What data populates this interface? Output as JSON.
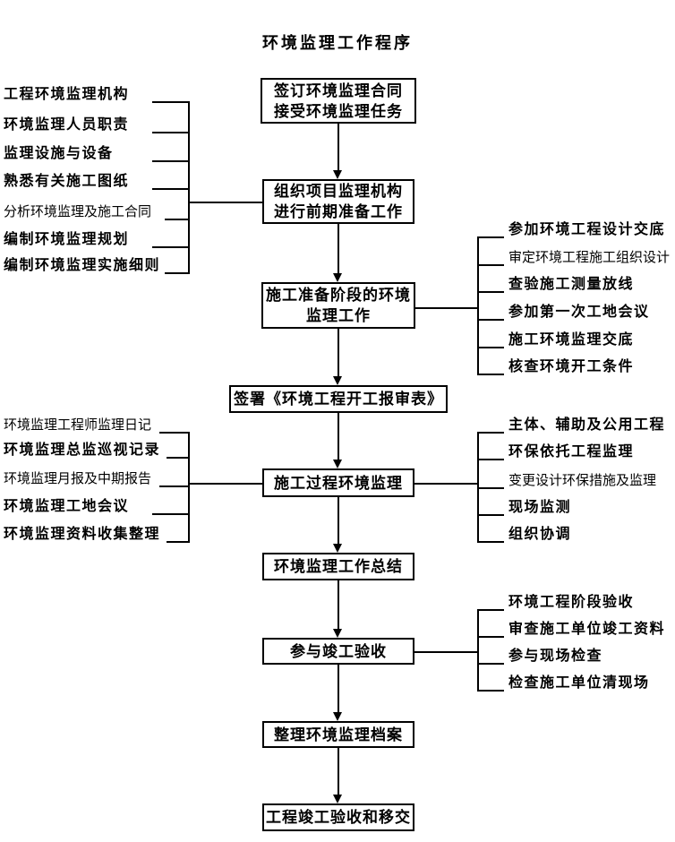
{
  "title": "环境监理工作程序",
  "boxes": [
    "签订环境监理合同\n接受环境监理任务",
    "组织项目监理机构\n进行前期准备工作",
    "施工准备阶段的环境\n监理工作",
    "签署《环境工程开工报审表》",
    "施工过程环境监理",
    "环境监理工作总结",
    "参与竣工验收",
    "整理环境监理档案",
    "工程竣工验收和移交"
  ],
  "left_group_1": [
    "工程环境监理机构",
    "环境监理人员职责",
    "监理设施与设备",
    "熟悉有关施工图纸",
    "分析环境监理及施工合同",
    "编制环境监理规划",
    "编制环境监理实施细则"
  ],
  "right_group_1": [
    "参加环境工程设计交底",
    "审定环境工程施工组织设计",
    "查验施工测量放线",
    "参加第一次工地会议",
    "施工环境监理交底",
    "核查环境开工条件"
  ],
  "left_group_2": [
    "环境监理工程师监理日记",
    "环境监理总监巡视记录",
    "环境监理月报及中期报告",
    "环境监理工地会议",
    "环境监理资料收集整理"
  ],
  "right_group_2": [
    "主体、辅助及公用工程",
    "环保依托工程监理",
    "变更设计环保措施及监理",
    "现场监测",
    "组织协调"
  ],
  "right_group_3": [
    "环境工程阶段验收",
    "审查施工单位竣工资料",
    "参与现场检查",
    "检查施工单位清现场"
  ],
  "colors": {
    "line": "#000000",
    "background": "#ffffff"
  }
}
